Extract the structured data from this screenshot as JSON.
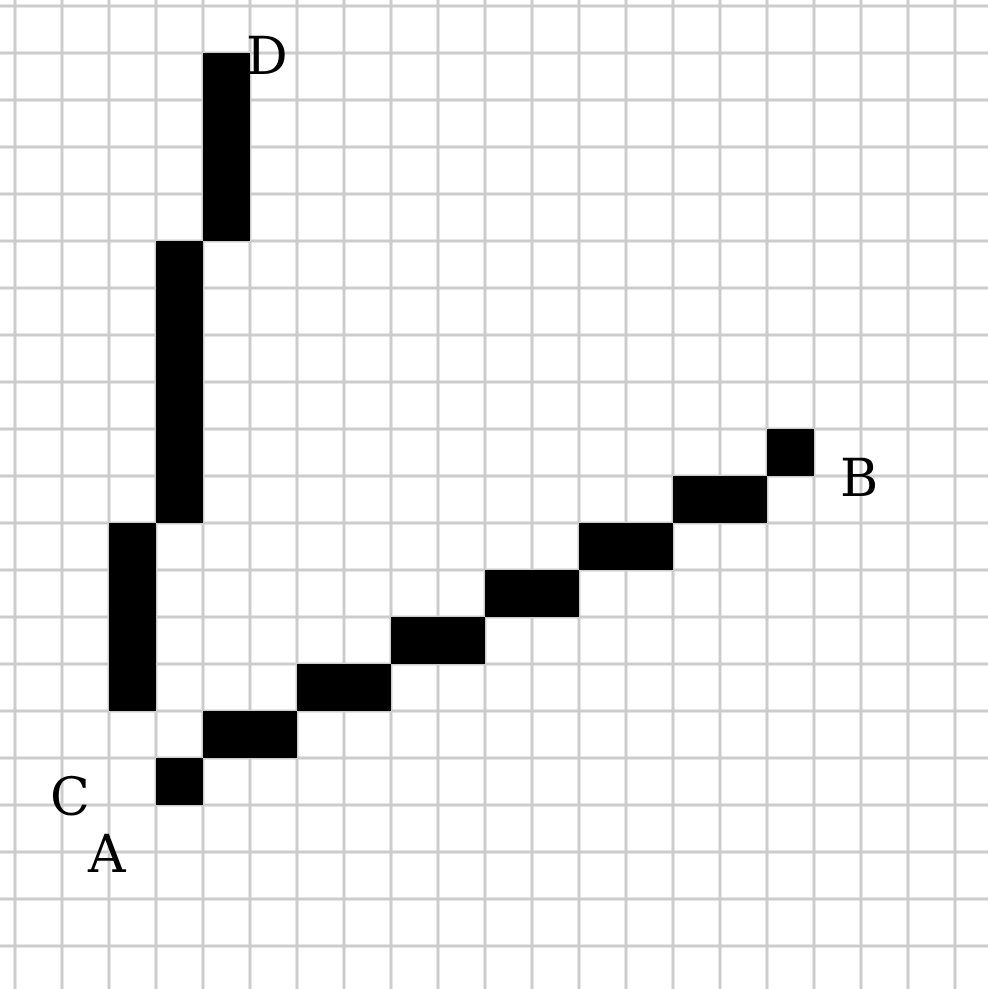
{
  "diagram": {
    "colors": {
      "background": "#ffffff",
      "grid_line": "#cccccc",
      "pixel_fill": "#000000",
      "label": "#000000"
    },
    "grid": {
      "columns": 21,
      "rows": 21
    },
    "segments": [
      {
        "id": "AB",
        "from": "A",
        "to": "B",
        "cells": [
          [
            3,
            3
          ],
          [
            4,
            4
          ],
          [
            5,
            4
          ],
          [
            6,
            5
          ],
          [
            7,
            5
          ],
          [
            8,
            6
          ],
          [
            9,
            6
          ],
          [
            10,
            7
          ],
          [
            11,
            7
          ],
          [
            12,
            8
          ],
          [
            13,
            8
          ],
          [
            14,
            9
          ],
          [
            15,
            9
          ],
          [
            16,
            10
          ]
        ]
      },
      {
        "id": "CD",
        "from": "C",
        "to": "D",
        "cells": [
          [
            2,
            5
          ],
          [
            2,
            6
          ],
          [
            2,
            7
          ],
          [
            2,
            8
          ],
          [
            3,
            9
          ],
          [
            3,
            10
          ],
          [
            3,
            11
          ],
          [
            3,
            12
          ],
          [
            3,
            13
          ],
          [
            3,
            14
          ],
          [
            4,
            15
          ],
          [
            4,
            16
          ],
          [
            4,
            17
          ],
          [
            4,
            18
          ]
        ]
      }
    ],
    "labels": [
      {
        "id": "A",
        "text": "A"
      },
      {
        "id": "B",
        "text": "B"
      },
      {
        "id": "C",
        "text": "C"
      },
      {
        "id": "D",
        "text": "D"
      }
    ]
  }
}
